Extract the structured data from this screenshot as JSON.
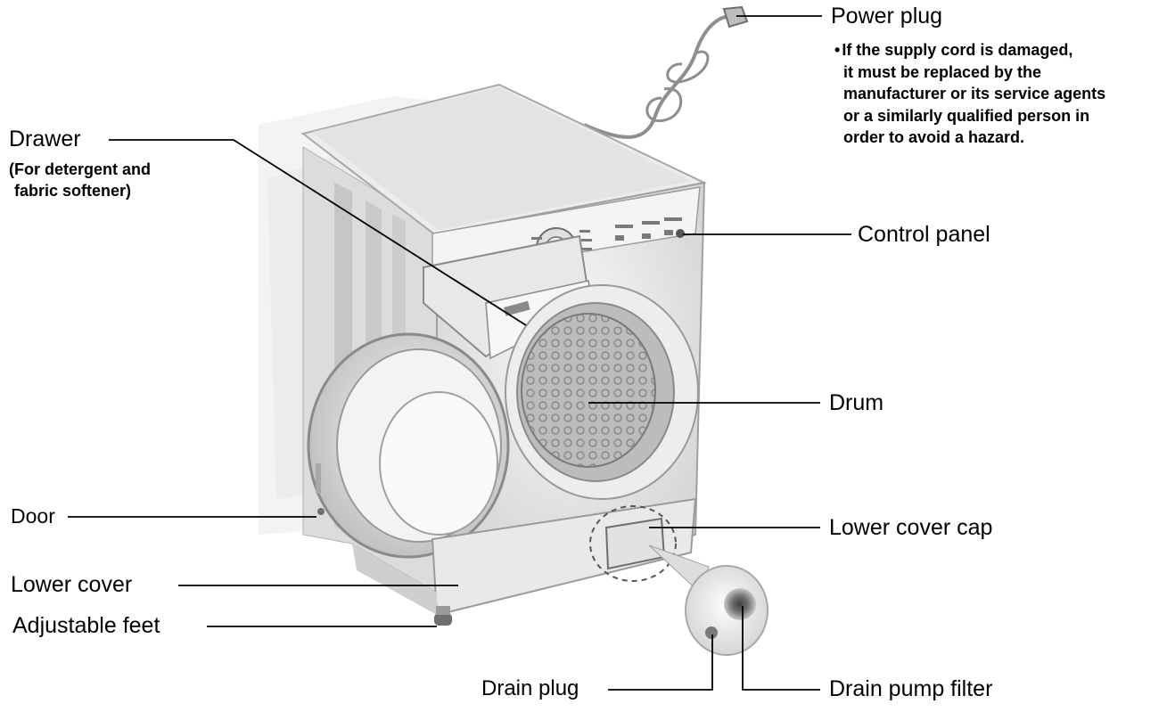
{
  "labels": {
    "power_plug": "Power plug",
    "power_plug_note": [
      "If the supply cord is damaged,",
      "it must be replaced by the",
      "manufacturer or its service agents",
      "or a similarly qualified person in",
      "order to avoid a hazard."
    ],
    "drawer": "Drawer",
    "drawer_note": [
      "(For detergent and",
      "fabric softener)"
    ],
    "control_panel": "Control panel",
    "drum": "Drum",
    "door": "Door",
    "lower_cover_cap": "Lower cover cap",
    "lower_cover": "Lower cover",
    "adjustable_feet": "Adjustable feet",
    "drain_plug": "Drain plug",
    "drain_pump_filter": "Drain pump filter"
  },
  "colors": {
    "line": "#000000",
    "body": "#e6e6e6",
    "panel": "#f2f2f2",
    "shadow": "#9a9a9a",
    "drum": "#d0d0d0"
  }
}
